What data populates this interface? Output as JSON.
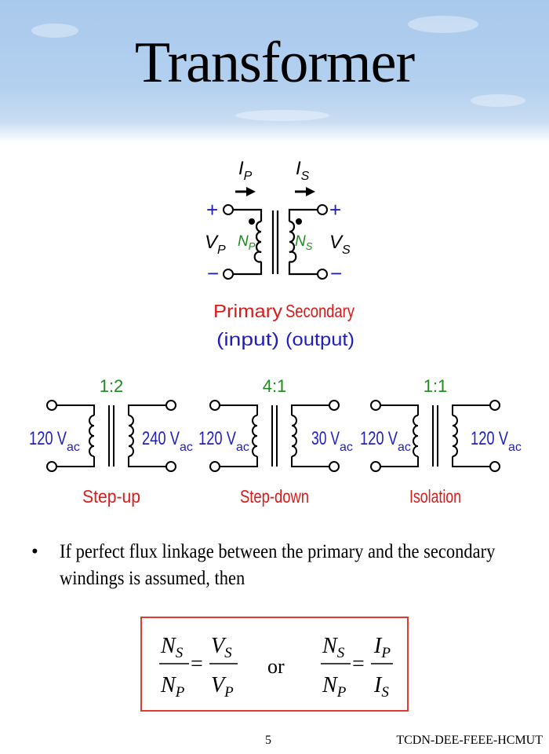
{
  "title": "Transformer",
  "colors": {
    "blue": "#1f1fbf",
    "green": "#1f8a1f",
    "red": "#d81b1b"
  },
  "main_diagram": {
    "current_primary": "I",
    "current_primary_sub": "P",
    "current_secondary": "I",
    "current_secondary_sub": "S",
    "plus": "+",
    "minus": "−",
    "voltage_primary": "V",
    "voltage_primary_sub": "P",
    "voltage_secondary": "V",
    "voltage_secondary_sub": "S",
    "turns_primary": "N",
    "turns_primary_sub": "P",
    "turns_secondary": "N",
    "turns_secondary_sub": "S",
    "primary_label": "Primary",
    "primary_sub": "(input)",
    "secondary_label": "Secondary",
    "secondary_sub": "(output)"
  },
  "examples": [
    {
      "ratio": "1:2",
      "in_value": "120 V",
      "in_sub": "ac",
      "out_value": "240 V",
      "out_sub": "ac",
      "label": "Step-up"
    },
    {
      "ratio": "4:1",
      "in_value": "120 V",
      "in_sub": "ac",
      "out_value": "30 V",
      "out_sub": "ac",
      "label": "Step-down"
    },
    {
      "ratio": "1:1",
      "in_value": "120 V",
      "in_sub": "ac",
      "out_value": "120 V",
      "out_sub": "ac",
      "label": "Isolation"
    }
  ],
  "bullet": {
    "symbol": "•",
    "text": "If perfect flux linkage between the primary and the secondary windings is assumed, then"
  },
  "equation": {
    "left_num": "N",
    "left_num_sub": "S",
    "left_den": "N",
    "left_den_sub": "P",
    "eq": "=",
    "mid_num": "V",
    "mid_num_sub": "S",
    "mid_den": "V",
    "mid_den_sub": "P",
    "or": "or",
    "right_num": "N",
    "right_num_sub": "S",
    "right_den": "N",
    "right_den_sub": "P",
    "r_num": "I",
    "r_num_sub": "P",
    "r_den": "I",
    "r_den_sub": "S"
  },
  "page_number": "5",
  "footer": "TCDN-DEE-FEEE-HCMUT"
}
